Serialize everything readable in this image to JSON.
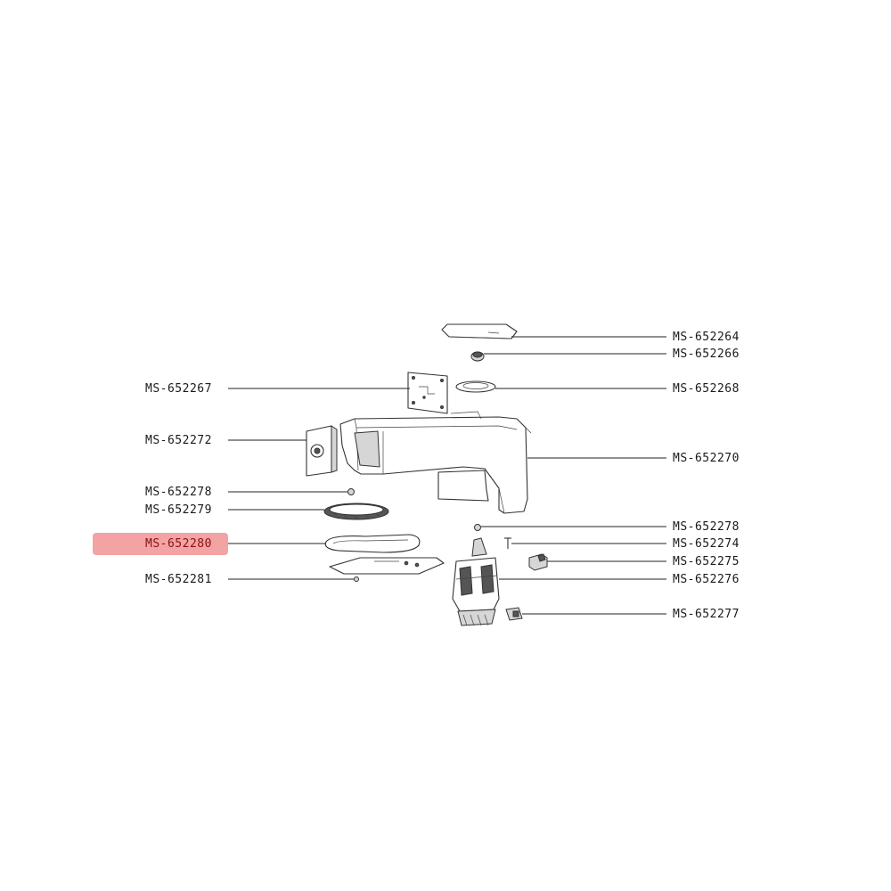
{
  "colors": {
    "highlight": "#f08c8c",
    "line": "#222222"
  },
  "callouts": {
    "c1": "MS-652264",
    "c2": "MS-652266",
    "c3": "MS-652267",
    "c4": "MS-652268",
    "c5": "MS-652272",
    "c6": "MS-652270",
    "c7": "MS-652278",
    "c8": "MS-652279",
    "c9": "MS-652278",
    "c10": "MS-652274",
    "c11": "MS-652280",
    "c12": "MS-652275",
    "c13": "MS-652281",
    "c14": "MS-652276",
    "c15": "MS-652277"
  },
  "highlighted": "MS-652280"
}
